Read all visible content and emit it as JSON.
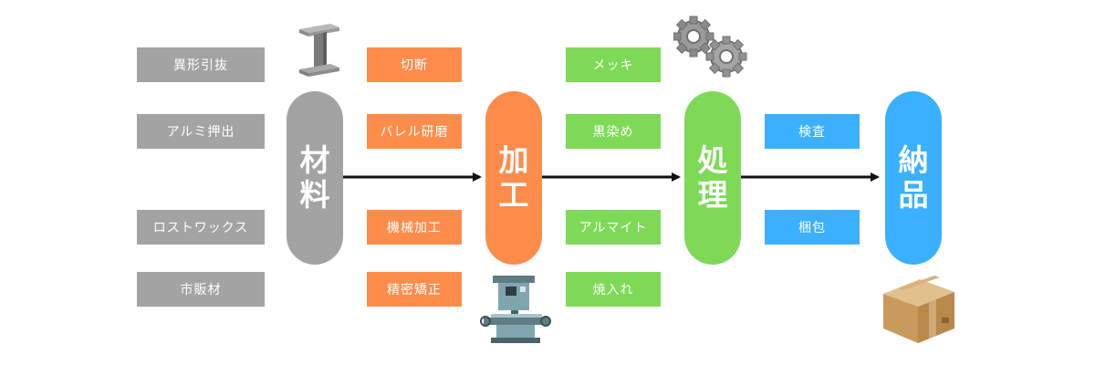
{
  "materials": [
    "異形引抜",
    "アルミ押出",
    "ロストワックス",
    "市販材"
  ],
  "processing": [
    "切断",
    "バレル研磨",
    "機械加工",
    "精密矯正"
  ],
  "treatments": [
    "メッキ",
    "黒染め",
    "アルマイト",
    "焼入れ"
  ],
  "delivery_prep": [
    "検査",
    "梱包"
  ],
  "stages": [
    {
      "label_top": "材",
      "label_bottom": "料",
      "color": "#a3a3a3"
    },
    {
      "label_top": "加",
      "label_bottom": "工",
      "color": "#fd8c4b"
    },
    {
      "label_top": "処",
      "label_bottom": "理",
      "color": "#7ed957"
    },
    {
      "label_top": "納",
      "label_bottom": "品",
      "color": "#3ab0ff"
    }
  ],
  "colors": {
    "gray": "#a3a3a3",
    "orange": "#fd8c4b",
    "green": "#7ed957",
    "blue": "#3ab0ff",
    "arrow": "#111111"
  },
  "icons": [
    "steel-beam-icon",
    "gears-icon",
    "milling-machine-icon",
    "cardboard-box-icon"
  ]
}
